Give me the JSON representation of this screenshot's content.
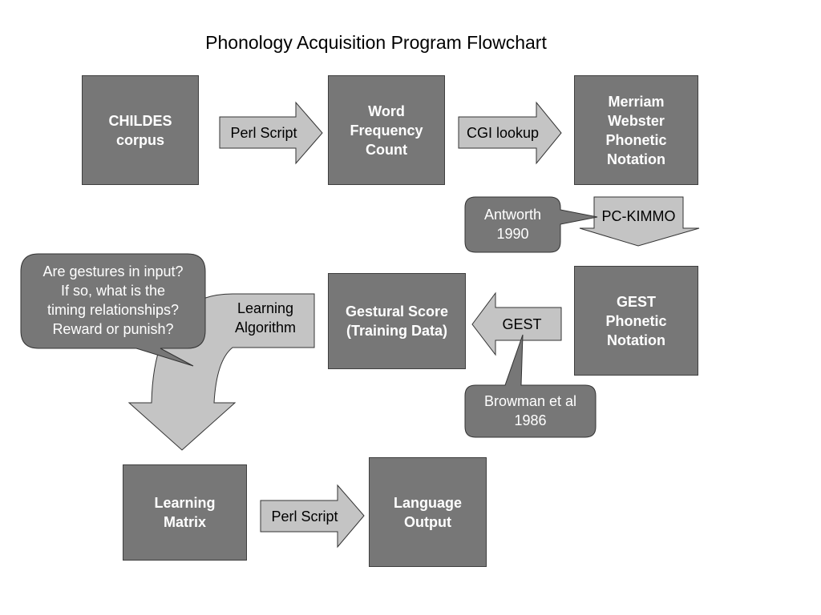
{
  "title": "Phonology Acquisition Program Flowchart",
  "boxes": {
    "childes": "CHILDES\ncorpus",
    "word_frequency": "Word\nFrequency\nCount",
    "merriam": "Merriam\nWebster\nPhonetic\nNotation",
    "gest_phonetic": "GEST\nPhonetic\nNotation",
    "gestural_score": "Gestural Score\n(Training Data)",
    "learning_matrix": "Learning\nMatrix",
    "language_output": "Language\nOutput"
  },
  "arrows": {
    "perl_script_1": "Perl Script",
    "cgi_lookup": "CGI lookup",
    "pc_kimmo": "PC-KIMMO",
    "gest": "GEST",
    "learning_algorithm": "Learning\nAlgorithm",
    "perl_script_2": "Perl Script"
  },
  "callouts": {
    "antworth": "Antworth\n1990",
    "browman": "Browman et al\n1986",
    "questions": "Are gestures in input?\nIf so, what is the\ntiming relationships?\nReward or punish?"
  }
}
